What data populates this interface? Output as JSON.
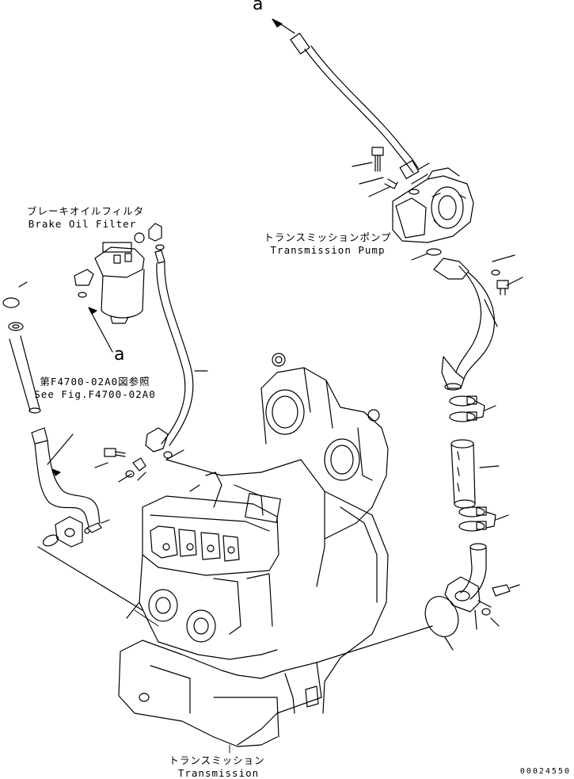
{
  "labels": {
    "marker_a_top": "a",
    "marker_a_filter": "a",
    "brake_filter_jp": "ブレーキオイルフィルタ",
    "brake_filter_en": "Brake Oil Filter",
    "pump_jp": "トランスミッションポンプ",
    "pump_en": "Transmission Pump",
    "see_fig_jp": "第F4700-02A0図参照",
    "see_fig_en": "See Fig.F4700-02A0",
    "transmission_jp": "トランスミッション",
    "transmission_en": "Transmission",
    "doc_number": "00024550"
  }
}
